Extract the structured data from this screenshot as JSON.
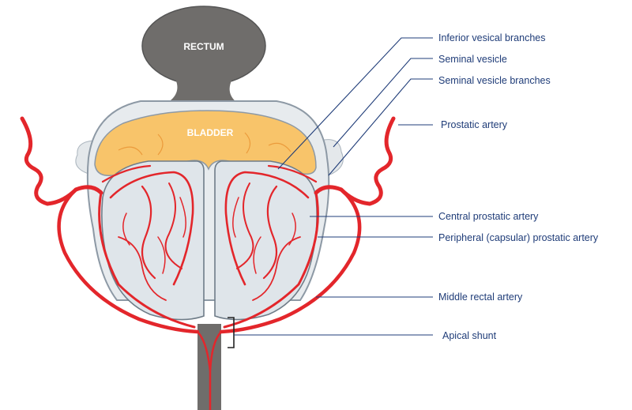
{
  "organs": {
    "rectum": "RECTUM",
    "bladder": "BLADDER"
  },
  "callouts": [
    {
      "id": "inferior-vesical-branches",
      "text": "Inferior vesical branches"
    },
    {
      "id": "seminal-vesicle",
      "text": "Seminal vesicle"
    },
    {
      "id": "seminal-vesicle-branches",
      "text": "Seminal vesicle branches"
    },
    {
      "id": "prostatic-artery",
      "text": "Prostatic artery"
    },
    {
      "id": "central-prostatic-artery",
      "text": "Central prostatic artery"
    },
    {
      "id": "peripheral-prostatic-artery",
      "text": "Peripheral (capsular) prostatic artery"
    },
    {
      "id": "middle-rectal-artery",
      "text": "Middle rectal artery"
    },
    {
      "id": "apical-shunt",
      "text": "Apical shunt"
    }
  ],
  "colors": {
    "artery": "#e3262b",
    "rectum": "#6f6d6b",
    "bladder": "#f8c46a",
    "prostate": "#dfe5ea",
    "capsule": "#8d99a5",
    "leader": "#1f3c78"
  }
}
